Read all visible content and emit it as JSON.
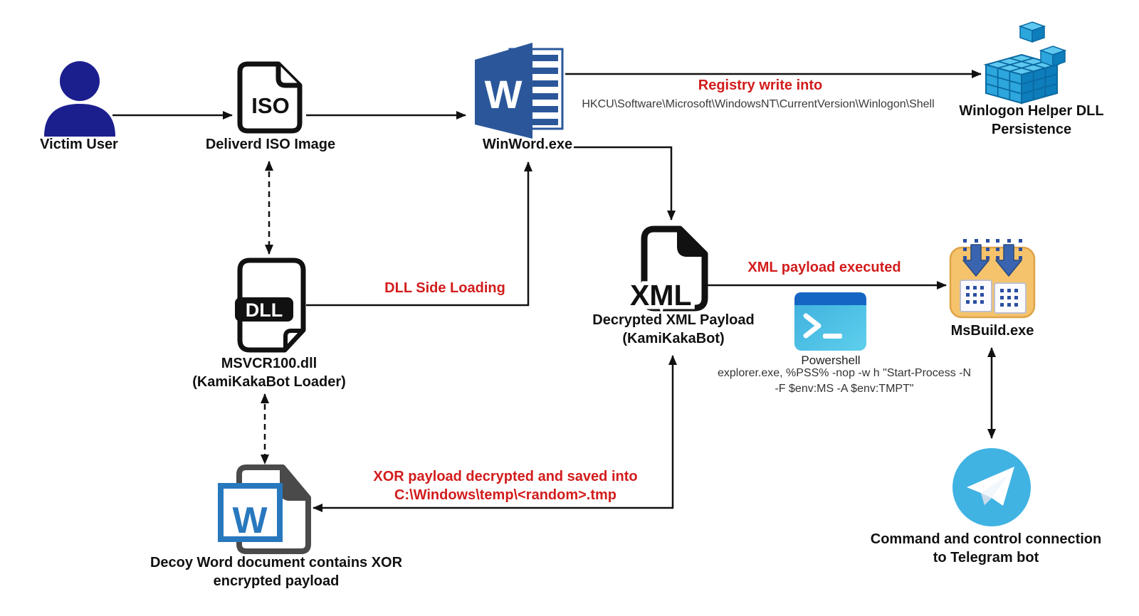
{
  "nodes": {
    "victim": {
      "label": "Victim User"
    },
    "iso": {
      "badge": "ISO",
      "label": "Deliverd ISO Image"
    },
    "winword": {
      "letter": "W",
      "label": "WinWord.exe"
    },
    "winlogon": {
      "line1": "Winlogon Helper DLL",
      "line2": "Persistence"
    },
    "dll": {
      "badge": "DLL",
      "line1": "MSVCR100.dll",
      "line2": "(KamiKakaBot Loader)"
    },
    "xml": {
      "badge": "XML",
      "line1": "Decrypted XML Payload",
      "line2": "(KamiKakaBot)"
    },
    "powershell": {
      "label": "Powershell",
      "command_line1": "explorer.exe, %PSS% -nop -w h \"Start-Process -N",
      "command_line2": "-F $env:MS -A $env:TMPT\""
    },
    "msbuild": {
      "label": "MsBuild.exe"
    },
    "telegram": {
      "line1": "Command and control connection",
      "line2": "to Telegram bot"
    },
    "decoy": {
      "letter": "W",
      "line1": "Decoy Word document contains XOR",
      "line2": "encrypted payload"
    }
  },
  "edges": {
    "registry_write": {
      "label": "Registry write into",
      "path": "HKCU\\Software\\Microsoft\\WindowsNT\\CurrentVersion\\Winlogon\\Shell"
    },
    "dll_side_loading": {
      "label": "DLL Side Loading"
    },
    "xml_payload_executed": {
      "label": "XML payload executed"
    },
    "xor_payload": {
      "line1": "XOR payload decrypted and saved into",
      "line2": "C:\\Windows\\temp\\<random>.tmp"
    }
  },
  "icons": [
    "victim-user-icon",
    "iso-file-icon",
    "winword-icon",
    "registry-cube-icon",
    "dll-file-icon",
    "xml-file-icon",
    "powershell-icon",
    "msbuild-icon",
    "telegram-icon",
    "word-document-icon"
  ],
  "colors": {
    "arrow_black": "#111111",
    "red_label": "#d21c1c",
    "navy_person": "#1b1f8e",
    "word_blue": "#2b579a",
    "decoy_blue": "#2878be",
    "decoy_gray": "#4a4a4a",
    "telegram_blue": "#40b3e3",
    "powershell_top": "#1566c4",
    "powershell_body": "#45bde4",
    "msbuild_orange": "#f5c36b",
    "msbuild_arrow_blue": "#3a64b0",
    "registry_blue_top": "#5fc8f0",
    "registry_blue_left": "#2ca6dc",
    "registry_blue_right": "#0e7dbb"
  }
}
